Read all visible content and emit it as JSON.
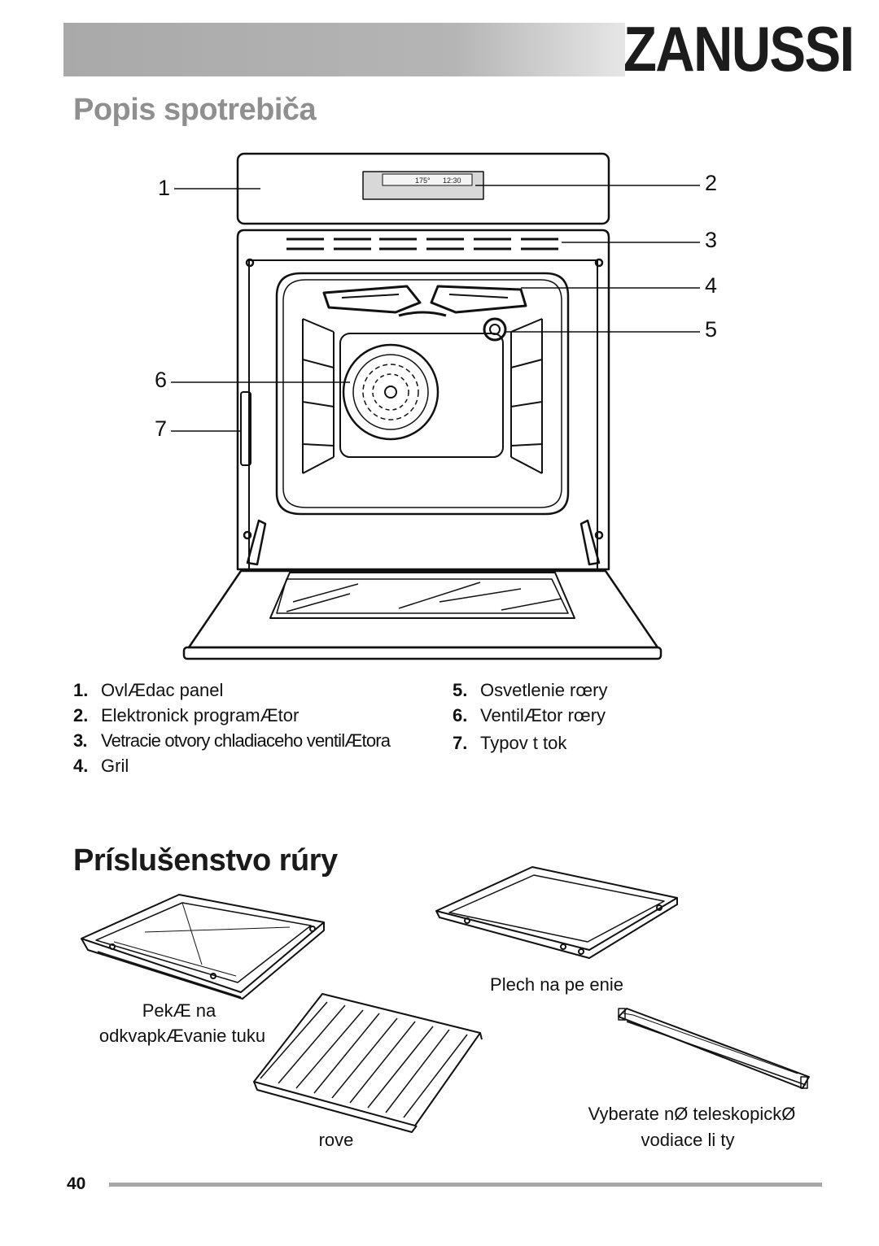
{
  "header": {
    "brand": "ZANUSSI"
  },
  "section1": {
    "title": "Popis spotrebiča"
  },
  "callouts": [
    "1",
    "2",
    "3",
    "4",
    "5",
    "6",
    "7"
  ],
  "display_panel": {
    "temp": "175°",
    "time": "12:30"
  },
  "legend": {
    "left": [
      {
        "num": "1.",
        "text": "OvlÆdac panel"
      },
      {
        "num": "2.",
        "text": "Elektronick programÆtor"
      },
      {
        "num": "3.",
        "text": "Vetracie otvory chladiaceho ventilÆtora"
      },
      {
        "num": "4.",
        "text": "Gril"
      }
    ],
    "right": [
      {
        "num": "5.",
        "text": "Osvetlenie rœry"
      },
      {
        "num": "6.",
        "text": "VentilÆtor rœry"
      },
      {
        "num": "7.",
        "text": "Typov  t tok"
      }
    ]
  },
  "section2": {
    "title": "Príslušenstvo  rúry"
  },
  "accessories": {
    "drip_pan_line1": "PekÆ  na",
    "drip_pan_line2": "odkvapkÆvanie tuku",
    "baking_tray": "Plech na pe enie",
    "shelf": "rove",
    "rails_line1": "Vyberate nØ teleskopickØ",
    "rails_line2": "vodiace li ty"
  },
  "footer": {
    "page": "40"
  }
}
